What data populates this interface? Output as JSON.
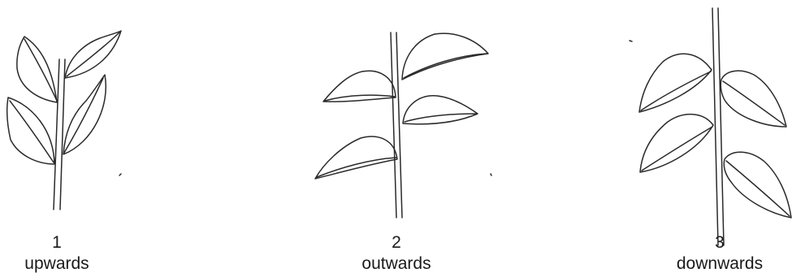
{
  "figures": [
    {
      "number": "1",
      "label": "upwards"
    },
    {
      "number": "2",
      "label": "outwards"
    },
    {
      "number": "3",
      "label": "downwards"
    }
  ],
  "colors": {
    "ink": "#2a2a2a",
    "background": "#ffffff"
  }
}
